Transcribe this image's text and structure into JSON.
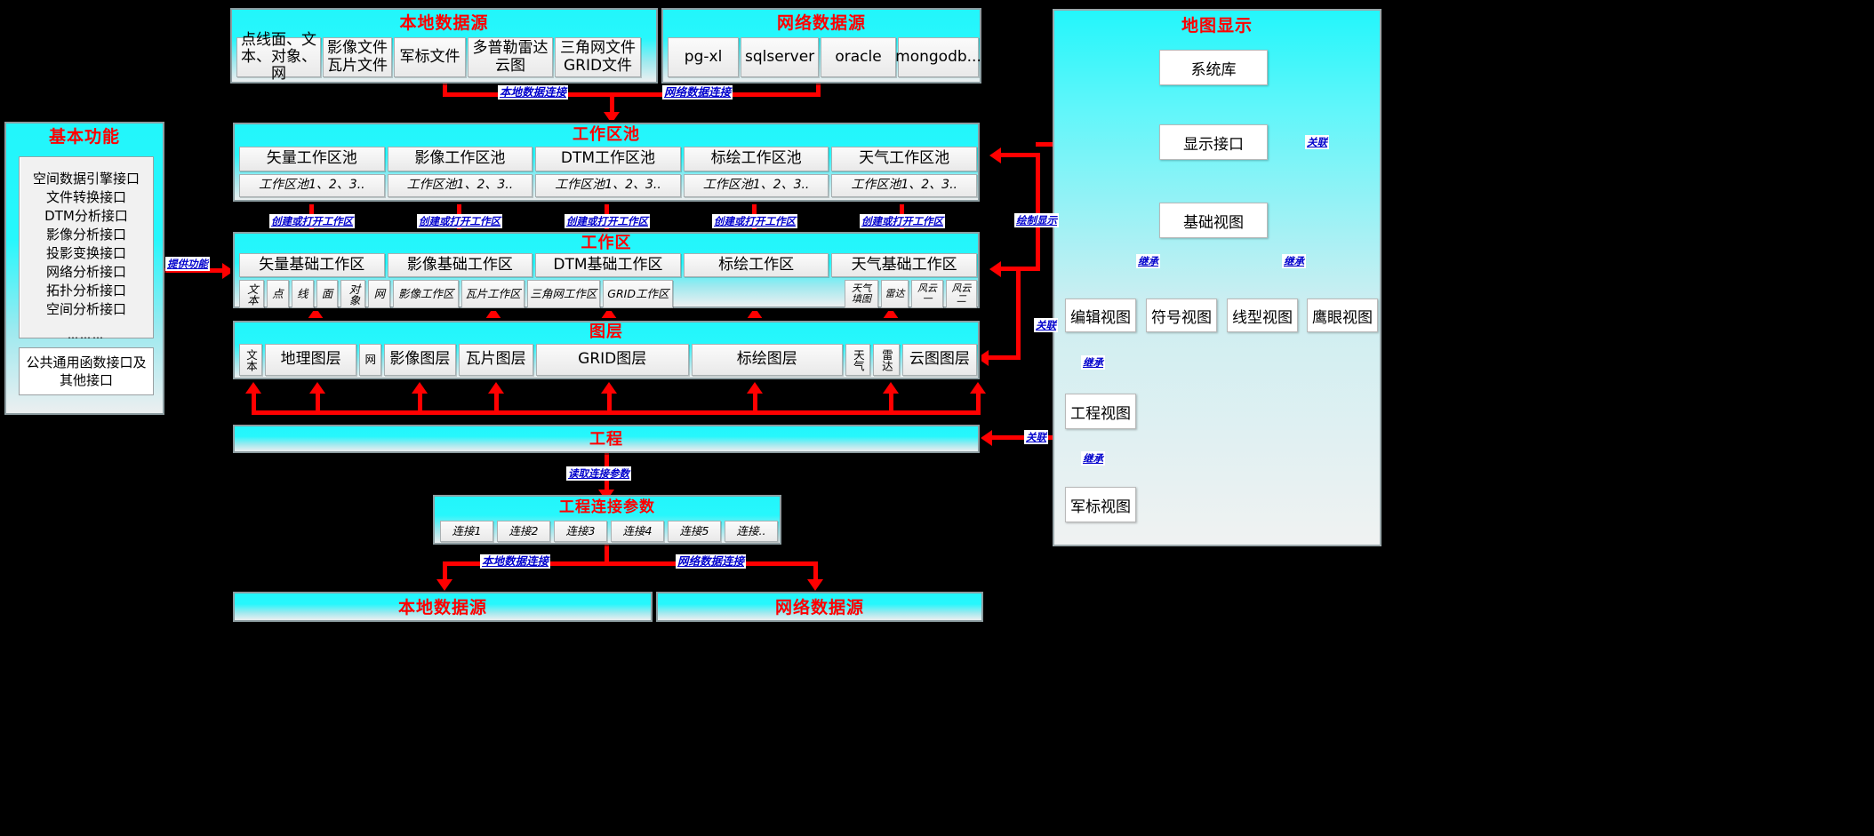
{
  "local_source_top": {
    "title": "本地数据源",
    "items": [
      "点线面、文本、对象、网",
      "影像文件瓦片文件",
      "军标文件",
      "多普勒雷达云图",
      "三角网文件GRID文件"
    ],
    "items_lines": [
      [
        "点线面、文",
        "本、对象、网"
      ],
      [
        "影像文件",
        "瓦片文件"
      ],
      [
        "军标文件"
      ],
      [
        "多普勒雷达",
        "云图"
      ],
      [
        "三角网文件",
        "GRID文件"
      ]
    ]
  },
  "net_source_top": {
    "title": "网络数据源",
    "items": [
      "pg-xl",
      "sqlserver",
      "oracle",
      "mongodb..."
    ]
  },
  "basic_function": {
    "title": "基本功能",
    "interfaces": [
      "空间数据引擎接口",
      "文件转换接口",
      "DTM分析接口",
      "影像分析接口",
      "投影变换接口",
      "网络分析接口",
      "拓扑分析接口",
      "空间分析接口",
      "………"
    ],
    "footer_lines": [
      "公共通用函数接口及",
      "其他接口"
    ],
    "edge_label": "提供功能"
  },
  "workarea_pool": {
    "title": "工作区池",
    "items": [
      "矢量工作区池",
      "影像工作区池",
      "DTM工作区池",
      "标绘工作区池",
      "天气工作区池"
    ],
    "sub_items": [
      "工作区池1、2、3..",
      "工作区池1、2、3..",
      "工作区池1、2、3..",
      "工作区池1、2、3..",
      "工作区池1、2、3.."
    ]
  },
  "workarea": {
    "title": "工作区",
    "items": [
      "矢量基础工作区",
      "影像基础工作区",
      "DTM基础工作区",
      "标绘工作区",
      "天气基础工作区"
    ],
    "vector_sub": [
      "文本",
      "点",
      "线",
      "面",
      "对象",
      "网"
    ],
    "image_sub": [
      "影像工作区",
      "瓦片工作区"
    ],
    "dtm_sub": [
      "三角网工作区",
      "GRID工作区"
    ],
    "weather_sub": [
      "天气填图",
      "雷达",
      "风云一",
      "风云二"
    ]
  },
  "layers": {
    "title": "图层",
    "items": [
      "文本",
      "地理图层",
      "网",
      "影像图层",
      "瓦片图层",
      "GRID图层",
      "标绘图层",
      "天气",
      "雷达",
      "云图图层"
    ]
  },
  "project": {
    "title": "工程"
  },
  "project_conn": {
    "title": "工程连接参数",
    "items": [
      "连接1",
      "连接2",
      "连接3",
      "连接4",
      "连接5",
      "连接.."
    ]
  },
  "bottom_local": {
    "title": "本地数据源"
  },
  "bottom_net": {
    "title": "网络数据源"
  },
  "map_display": {
    "title": "地图显示",
    "sys_lib": "系统库",
    "display_iface": "显示接口",
    "base_view": "基础视图",
    "views": [
      "编辑视图",
      "符号视图",
      "线型视图",
      "鹰眼视图"
    ],
    "project_view": "工程视图",
    "military_view": "军标视图"
  },
  "edge_labels": {
    "local_conn": "本地数据连接",
    "net_conn": "网络数据连接",
    "create_open": "创建或打开工作区",
    "draw_display": "绘制显示",
    "relate": "关联",
    "inherit": "继承",
    "read_conn_param": "读取连接参数",
    "provide_func": "提供功能"
  },
  "colors": {
    "accent_red": "#ff0000",
    "cyan": "#22f6fb",
    "edge_blue": "#0000cc"
  }
}
